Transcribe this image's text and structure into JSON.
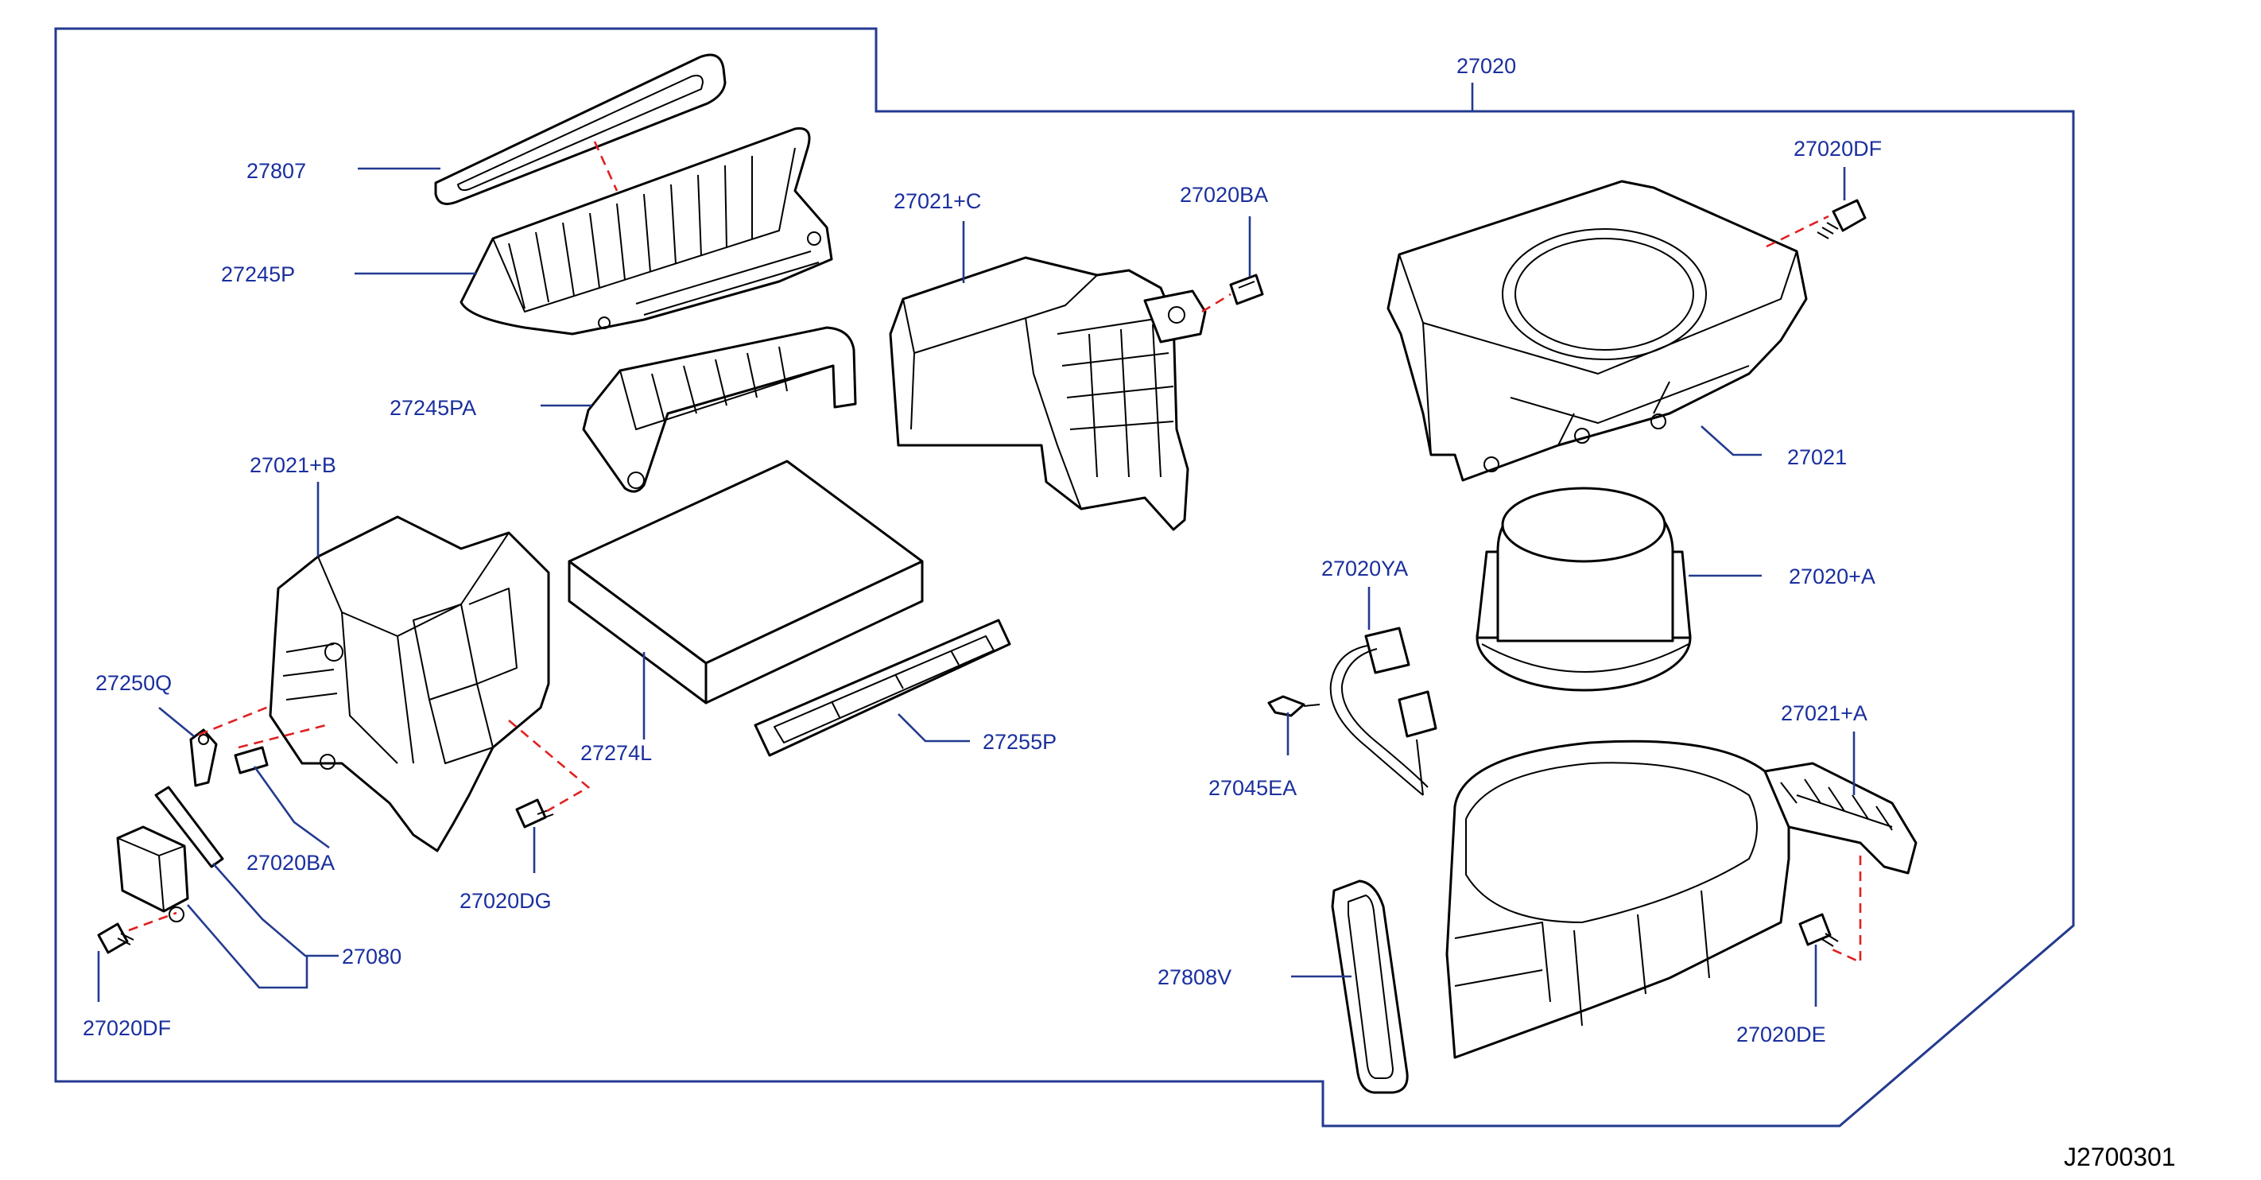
{
  "diagram": {
    "callouts": {
      "assy": "27020",
      "intake_cover": "27807",
      "intake_upper": "27245P",
      "intake_lower": "27245PA",
      "case_c": "27021+C",
      "clip_ba_top": "27020BA",
      "screw_df_top": "27020DF",
      "upper_case": "27021",
      "case_b": "27021+B",
      "lever": "27250Q",
      "filter": "27274L",
      "filter_cover": "27255P",
      "harness": "27020YA",
      "motor": "27020+A",
      "connector_clip": "27045EA",
      "scroll_case": "27021+A",
      "clip_ba_bottom": "27020BA",
      "screw_dg": "27020DG",
      "actuator": "27080",
      "screw_df_bottom": "27020DF",
      "seal": "27808V",
      "screw_de": "27020DE"
    },
    "code": "J2700301"
  },
  "colors": {
    "callout": "#1a2f9e",
    "frame": "#233a8f",
    "dashed": "#e02020",
    "line": "#000000"
  }
}
